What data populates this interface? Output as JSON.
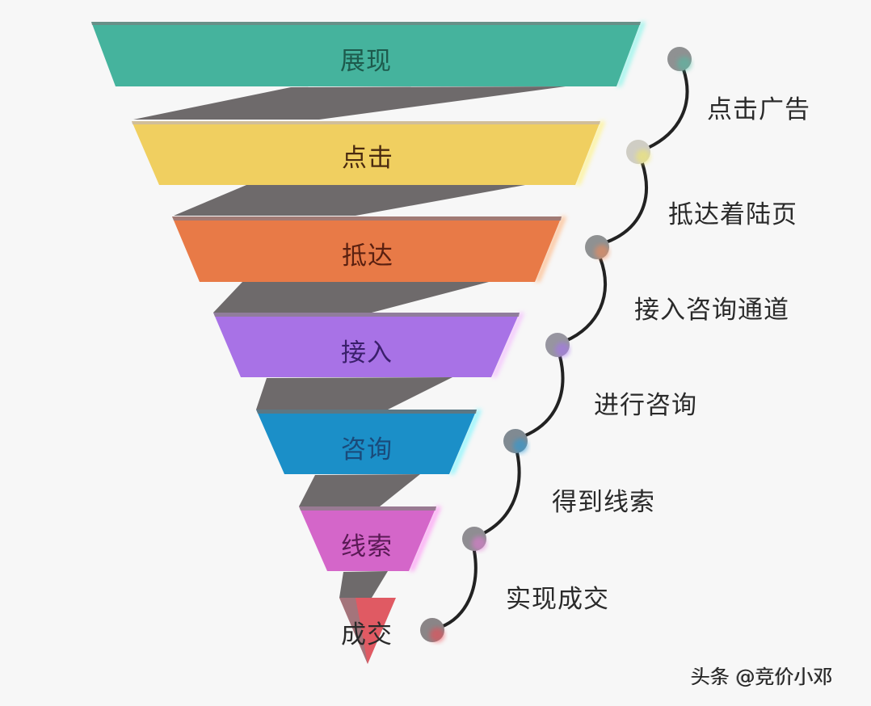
{
  "funnel": {
    "stages": [
      {
        "label": "展现",
        "color": "#45b39d",
        "text_color": "#1d5a4c"
      },
      {
        "label": "点击",
        "color": "#f0cf60",
        "text_color": "#4a2a10"
      },
      {
        "label": "抵达",
        "color": "#e87a47",
        "text_color": "#5a2010"
      },
      {
        "label": "接入",
        "color": "#a872e6",
        "text_color": "#3a1f6b"
      },
      {
        "label": "咨询",
        "color": "#1b8fc8",
        "text_color": "#1a4a7a"
      },
      {
        "label": "线索",
        "color": "#d466c9",
        "text_color": "#5a1a55"
      },
      {
        "label": "成交",
        "color": "#e05a63",
        "text_color": "#2a2a2a"
      }
    ],
    "connector_color": "#6e6a6b"
  },
  "steps": [
    {
      "label": "点击广告"
    },
    {
      "label": "抵达着陆页"
    },
    {
      "label": "接入咨询通道"
    },
    {
      "label": "进行咨询"
    },
    {
      "label": "得到线索"
    },
    {
      "label": "实现成交"
    }
  ],
  "watermark": "头条 @竞价小邓"
}
